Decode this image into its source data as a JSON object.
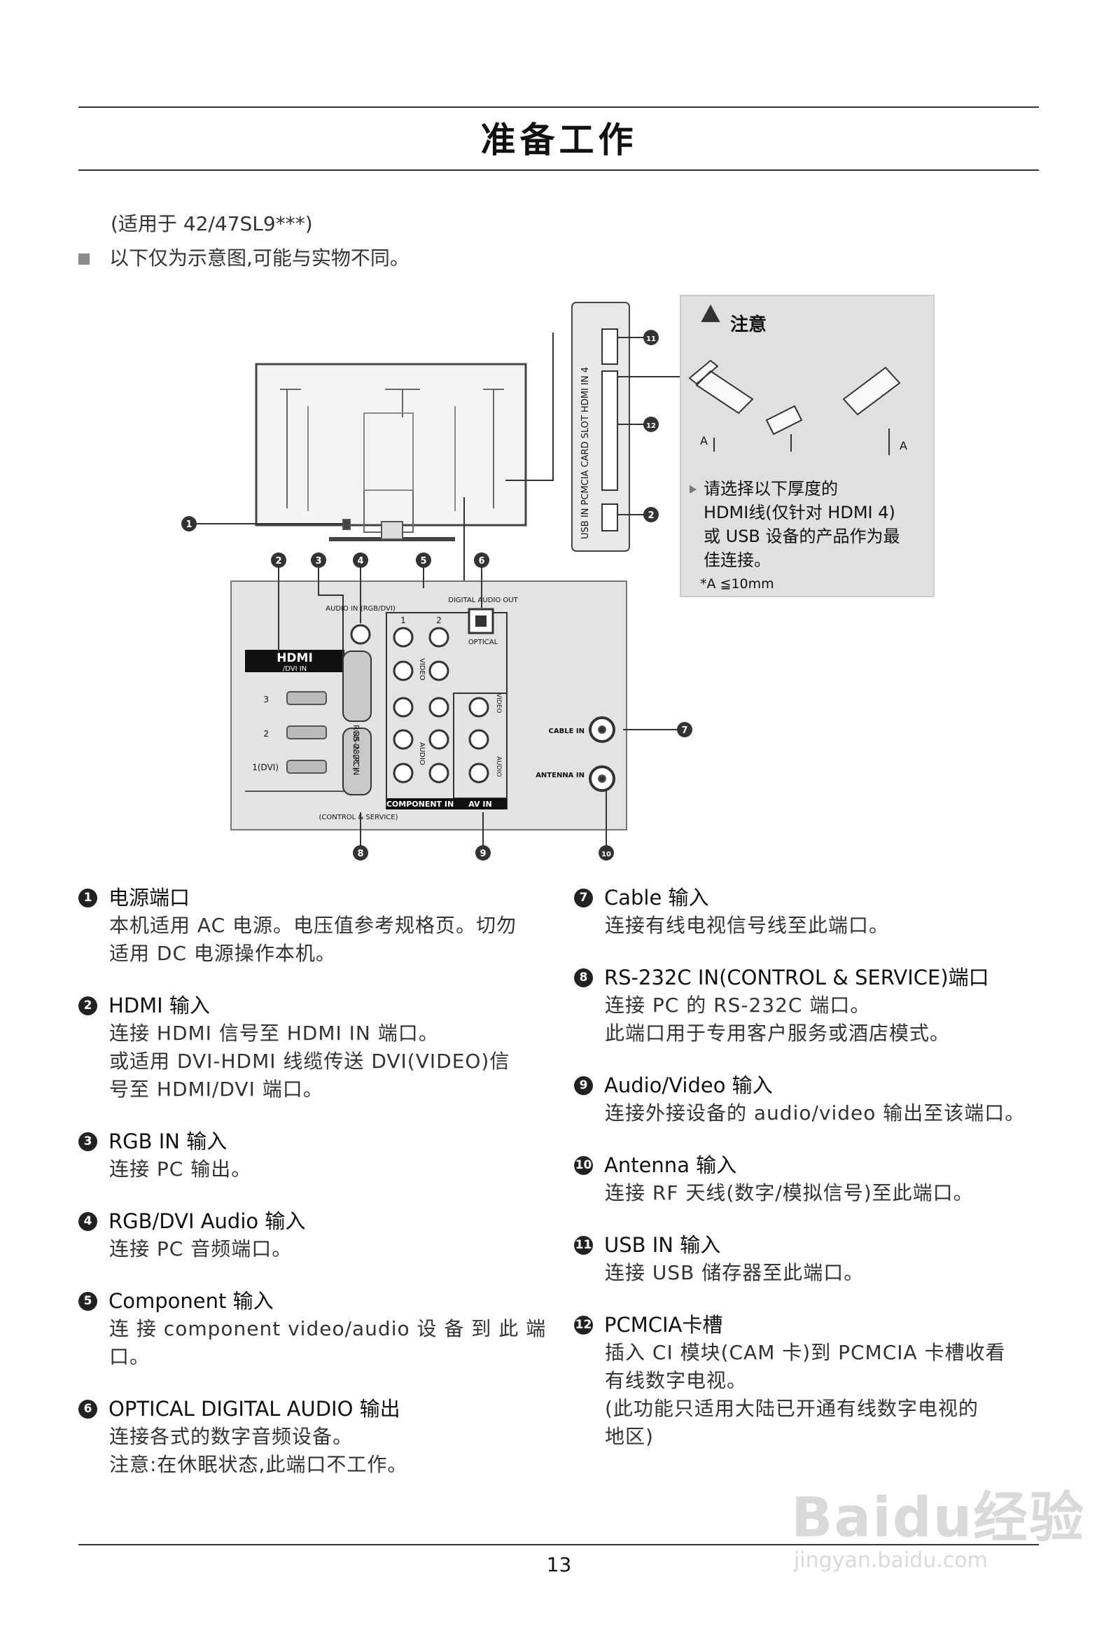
{
  "title": "准备工作",
  "applies_to": "(适用于 42/47SL9***)",
  "intro_note": "以下仅为示意图,可能与实物不同。",
  "diagram": {
    "hdmi_logo": "HDMI",
    "hdmi_sub": "/DVI IN",
    "hdmi_ports": [
      "3",
      "2",
      "1(DVI)"
    ],
    "audio_in_label": "AUDIO IN (RGB/DVI)",
    "rgb_in_label": "RGB IN (PC)",
    "rs232_label": "RS-232C IN",
    "control_label": "(CONTROL & SERVICE)",
    "digital_audio_out": "DIGITAL AUDIO OUT",
    "optical": "OPTICAL",
    "component_in": "COMPONENT IN",
    "av_in": "AV IN",
    "col1": "1",
    "col2": "2",
    "video": "VIDEO",
    "audio": "AUDIO",
    "cable_in": "CABLE IN",
    "antenna_in": "ANTENNA IN",
    "side_panel_text": "USB IN  PCMCIA CARD SLOT  HDMI IN 4",
    "callouts": [
      "1",
      "2",
      "3",
      "4",
      "5",
      "6",
      "7",
      "8",
      "9",
      "10",
      "11",
      "12"
    ]
  },
  "caution": {
    "title": "注意",
    "text_lines": [
      "请选择以下厚度的",
      "HDMI线(仅针对 HDMI 4)",
      "或 USB 设备的产品作为最",
      "佳连接。"
    ],
    "footnote": "*A ≦10mm",
    "dim_label": "A"
  },
  "items_left": [
    {
      "num": "1",
      "title": "电源端口",
      "desc": [
        "本机适用 AC 电源。电压值参考规格页。切勿",
        "适用 DC 电源操作本机。"
      ]
    },
    {
      "num": "2",
      "title": "HDMI 输入",
      "desc": [
        "连接 HDMI 信号至 HDMI IN 端口。",
        "或适用 DVI-HDMI 线缆传送 DVI(VIDEO)信",
        "号至 HDMI/DVI 端口。"
      ]
    },
    {
      "num": "3",
      "title": "RGB IN 输入",
      "desc": [
        "连接 PC 输出。"
      ]
    },
    {
      "num": "4",
      "title": "RGB/DVI Audio 输入",
      "desc": [
        "连接 PC 音频端口。"
      ]
    },
    {
      "num": "5",
      "title": "Component 输入",
      "desc": [
        "连 接 component video/audio 设 备 到 此 端",
        "口。"
      ]
    },
    {
      "num": "6",
      "title": "OPTICAL DIGITAL AUDIO 输出",
      "desc": [
        "连接各式的数字音频设备。",
        "注意:在休眠状态,此端口不工作。"
      ]
    }
  ],
  "items_right": [
    {
      "num": "7",
      "title": "Cable 输入",
      "desc": [
        "连接有线电视信号线至此端口。"
      ]
    },
    {
      "num": "8",
      "title": "RS-232C IN(CONTROL & SERVICE)端口",
      "desc": [
        "连接 PC 的 RS-232C 端口。",
        "此端口用于专用客户服务或酒店模式。"
      ]
    },
    {
      "num": "9",
      "title": "Audio/Video 输入",
      "desc": [
        "连接外接设备的 audio/video 输出至该端口。"
      ]
    },
    {
      "num": "10",
      "title": "Antenna 输入",
      "desc": [
        "连接 RF 天线(数字/模拟信号)至此端口。"
      ]
    },
    {
      "num": "11",
      "title": "USB IN 输入",
      "desc": [
        "连接 USB 储存器至此端口。"
      ]
    },
    {
      "num": "12",
      "title": "PCMCIA卡槽",
      "desc": [
        "插入 CI 模块(CAM 卡)到 PCMCIA 卡槽收看",
        "有线数字电视。",
        "(此功能只适用大陆已开通有线数字电视的",
        "地区)"
      ]
    }
  ],
  "page_number": "13",
  "watermark": {
    "brand": "Baidu经验",
    "url": "jingyan.baidu.com"
  }
}
